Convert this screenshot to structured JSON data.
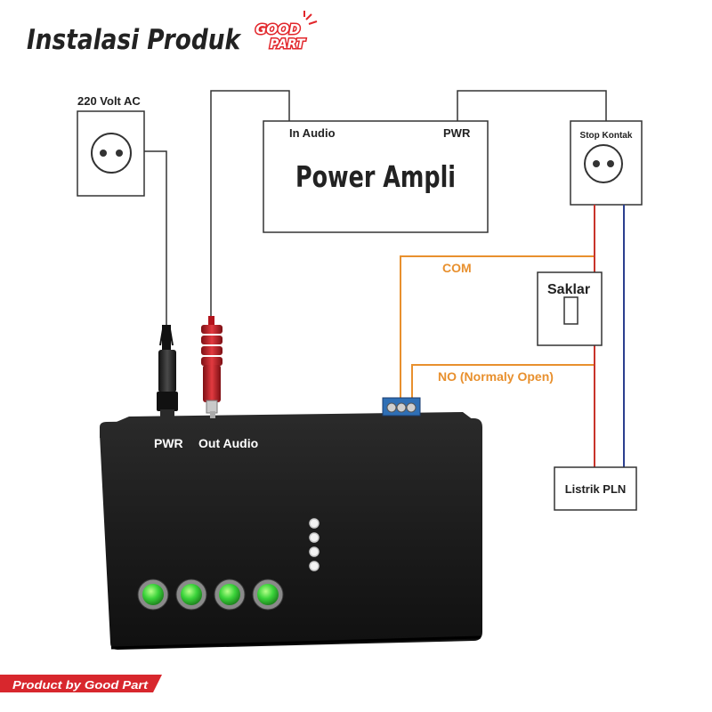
{
  "header": {
    "title": "Instalasi Produk",
    "logo_line1": "GOOD",
    "logo_line2": "PART"
  },
  "outlet_220": {
    "label": "220 Volt AC"
  },
  "power_ampli": {
    "name": "Power Ampli",
    "in_label": "In Audio",
    "pwr_label": "PWR"
  },
  "stop_kontak": {
    "label": "Stop Kontak"
  },
  "saklar": {
    "label": "Saklar"
  },
  "listrik_pln": {
    "label": "Listrik PLN"
  },
  "wires": {
    "com_label": "COM",
    "no_label": "NO (Normaly Open)"
  },
  "device": {
    "pwr_label": "PWR",
    "out_audio_label": "Out Audio",
    "buttons": [
      "green",
      "green",
      "green",
      "green"
    ],
    "led_count": 4
  },
  "footer": {
    "text": "Product by Good Part"
  },
  "colors": {
    "orange_wire": "#e8902e",
    "red_wire": "#c8342b",
    "blue_wire": "#2c3f8f",
    "device_body": "#1b1b1b",
    "button_green": "#3ad33a",
    "footer_red": "#d8272d"
  }
}
